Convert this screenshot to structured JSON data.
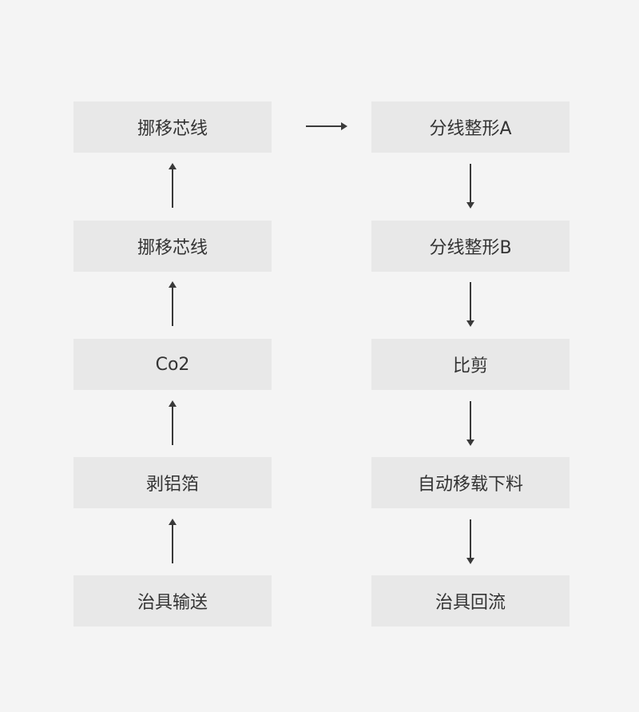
{
  "left_column": [
    "挪移芯线",
    "挪移芯线",
    "Co2",
    "剥铝箔",
    "治具输送"
  ],
  "right_column": [
    "分线整形A",
    "分线整形B",
    "比剪",
    "自动移载下料",
    "治具回流"
  ]
}
